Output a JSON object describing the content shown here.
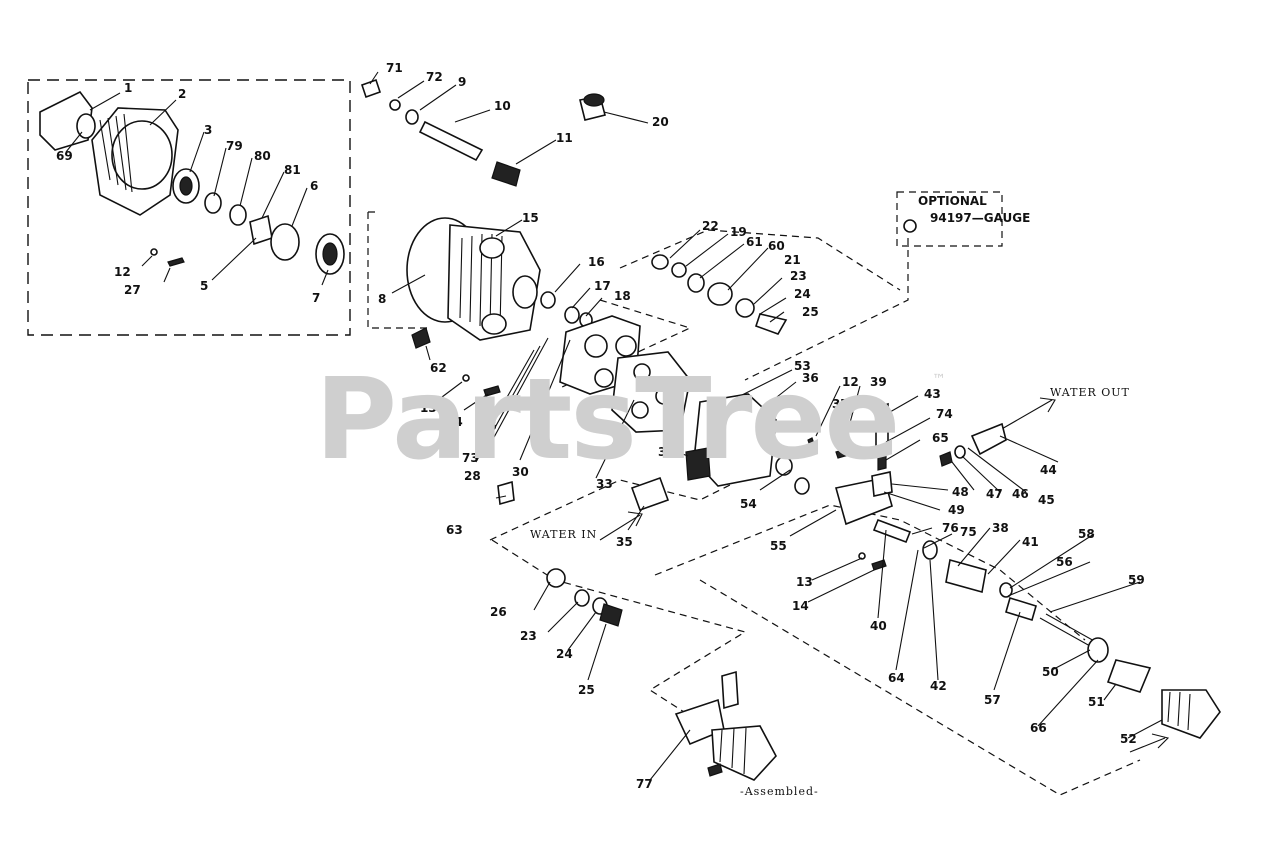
{
  "watermark": {
    "text": "PartsTree",
    "trademark": "™"
  },
  "optional_box": {
    "title": "OPTIONAL",
    "part": "94197—GAUGE"
  },
  "captions": {
    "water_out": "WATER OUT",
    "water_in": "WATER IN",
    "assembled": "-Assembled-"
  },
  "callouts": [
    {
      "n": "1"
    },
    {
      "n": "2"
    },
    {
      "n": "69"
    },
    {
      "n": "3"
    },
    {
      "n": "79"
    },
    {
      "n": "80"
    },
    {
      "n": "81"
    },
    {
      "n": "6"
    },
    {
      "n": "12"
    },
    {
      "n": "27"
    },
    {
      "n": "5"
    },
    {
      "n": "7"
    },
    {
      "n": "71"
    },
    {
      "n": "72"
    },
    {
      "n": "9"
    },
    {
      "n": "10"
    },
    {
      "n": "11"
    },
    {
      "n": "20"
    },
    {
      "n": "15"
    },
    {
      "n": "8"
    },
    {
      "n": "62"
    },
    {
      "n": "16"
    },
    {
      "n": "17"
    },
    {
      "n": "18"
    },
    {
      "n": "22"
    },
    {
      "n": "19"
    },
    {
      "n": "61"
    },
    {
      "n": "60"
    },
    {
      "n": "21"
    },
    {
      "n": "23"
    },
    {
      "n": "24"
    },
    {
      "n": "25"
    },
    {
      "n": "13"
    },
    {
      "n": "14"
    },
    {
      "n": "26"
    },
    {
      "n": "73"
    },
    {
      "n": "28"
    },
    {
      "n": "30"
    },
    {
      "n": "63"
    },
    {
      "n": "33"
    },
    {
      "n": "53"
    },
    {
      "n": "36"
    },
    {
      "n": "12"
    },
    {
      "n": "39"
    },
    {
      "n": "43"
    },
    {
      "n": "37"
    },
    {
      "n": "74"
    },
    {
      "n": "65"
    },
    {
      "n": "34"
    },
    {
      "n": "54"
    },
    {
      "n": "35"
    },
    {
      "n": "55"
    },
    {
      "n": "48"
    },
    {
      "n": "47"
    },
    {
      "n": "46"
    },
    {
      "n": "45"
    },
    {
      "n": "44"
    },
    {
      "n": "49"
    },
    {
      "n": "76"
    },
    {
      "n": "75"
    },
    {
      "n": "38"
    },
    {
      "n": "41"
    },
    {
      "n": "58"
    },
    {
      "n": "56"
    },
    {
      "n": "13"
    },
    {
      "n": "14"
    },
    {
      "n": "40"
    },
    {
      "n": "59"
    },
    {
      "n": "26"
    },
    {
      "n": "23"
    },
    {
      "n": "24"
    },
    {
      "n": "25"
    },
    {
      "n": "64"
    },
    {
      "n": "42"
    },
    {
      "n": "57"
    },
    {
      "n": "50"
    },
    {
      "n": "66"
    },
    {
      "n": "51"
    },
    {
      "n": "52"
    },
    {
      "n": "77"
    }
  ]
}
